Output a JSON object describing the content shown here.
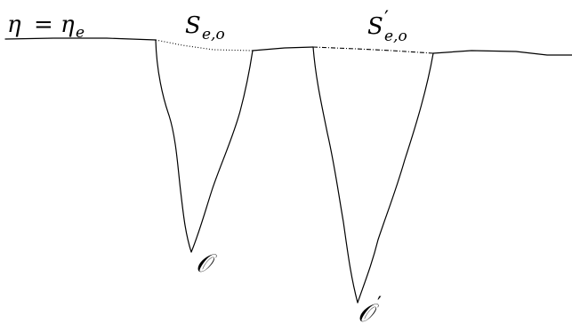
{
  "labels": {
    "eta": "η",
    "equals": "=",
    "eta_sub": "e",
    "S": "S",
    "S_sub": "e,o",
    "S_prime_mark": "′",
    "O": "𝒪",
    "O_prime_mark": "′"
  }
}
